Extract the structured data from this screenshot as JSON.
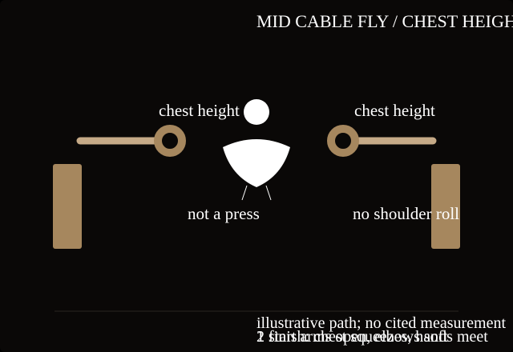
{
  "title": "MID CABLE FLY / CHEST HEIGHT",
  "labels": {
    "left_height": "chest height",
    "right_height": "chest height",
    "not_press": "not a press",
    "no_roll": "no shoulder roll"
  },
  "footnotes": {
    "note_1": "illustrative path; no cited measurement",
    "note_2": "1 start arms open, elbows soft",
    "note_3": "2 finish: chest squeezes, hands meet"
  },
  "colors": {
    "background": "#0a0807",
    "accent": "#a6875e",
    "cable": "#c6aa87",
    "figure": "#ffffff"
  }
}
